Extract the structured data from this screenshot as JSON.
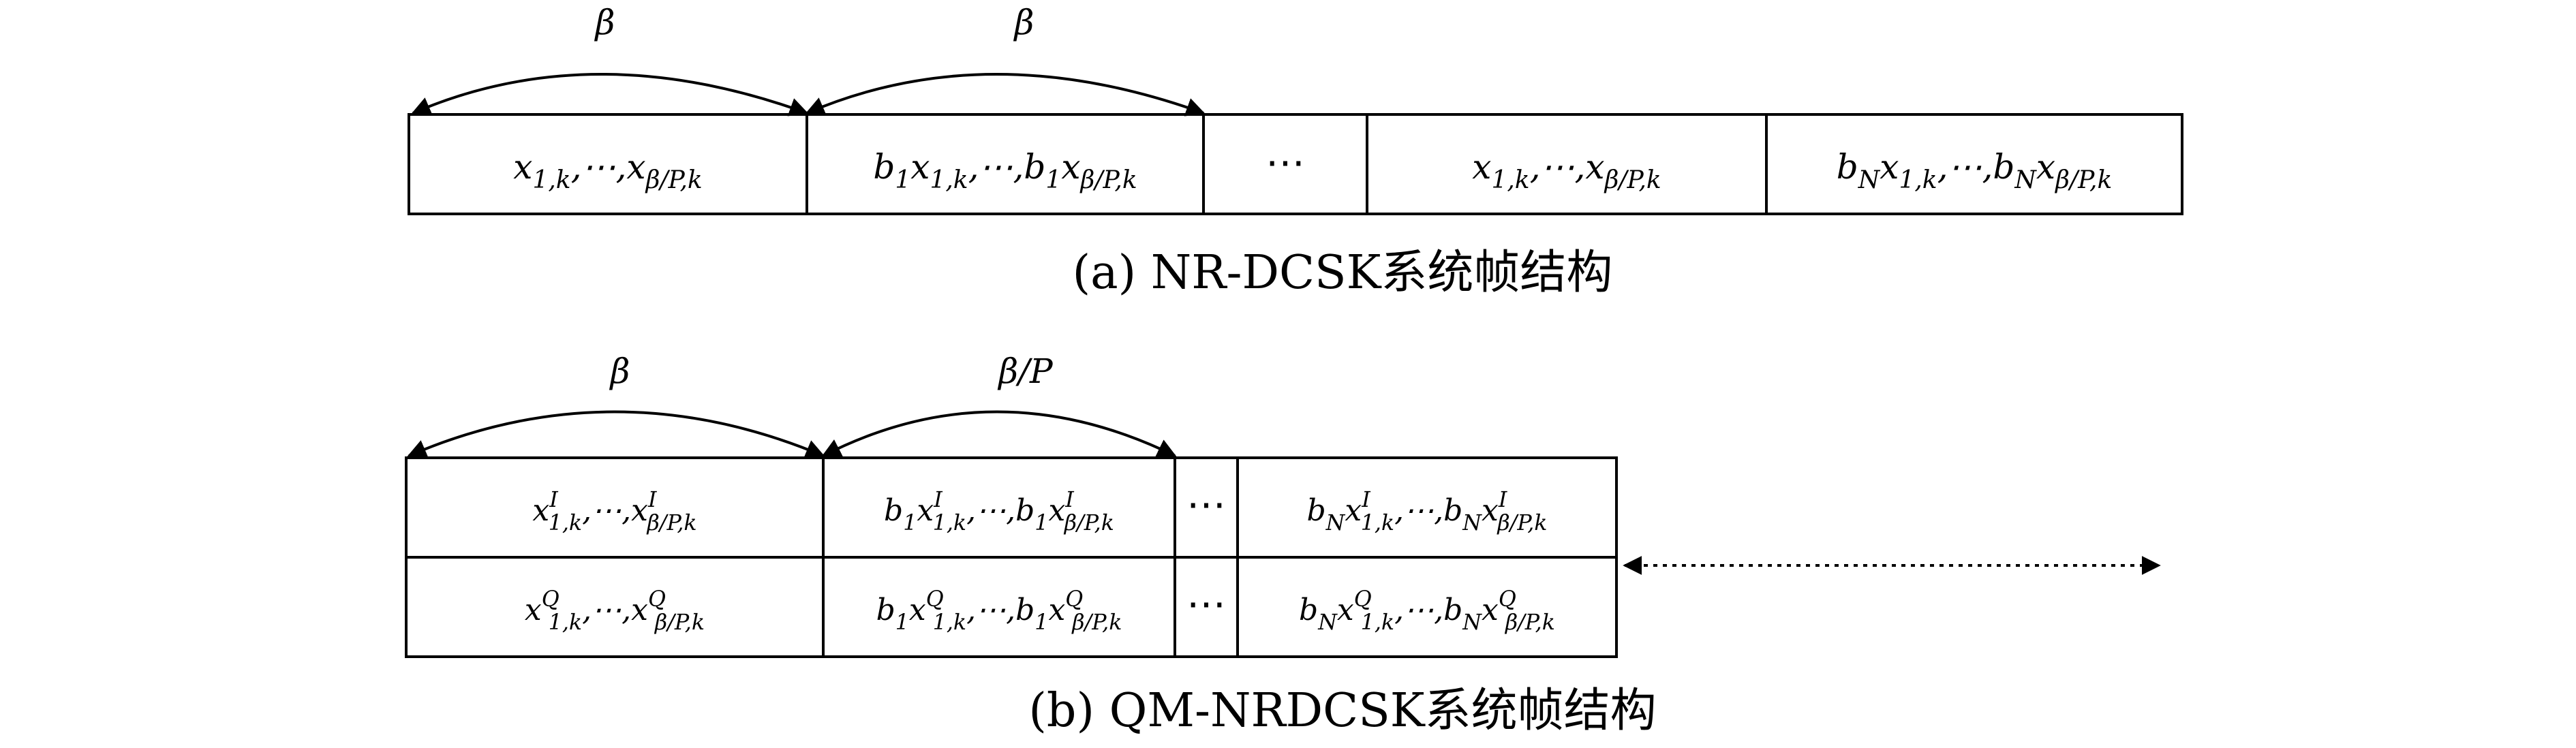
{
  "panel_a": {
    "arc_labels": [
      "β",
      "β"
    ],
    "cells": [
      {
        "base": "x",
        "s1": "1,k",
        "sep": ",⋯,",
        "base2": "x",
        "s2": "β/P,k"
      },
      {
        "coef": "b",
        "cs": "1",
        "base": "x",
        "s1": "1,k",
        "sep": ",⋯,",
        "coef2": "b",
        "cs2": "1",
        "base2": "x",
        "s2": "β/P,k"
      },
      {
        "dots": "⋯"
      },
      {
        "base": "x",
        "s1": "1,k",
        "sep": ",⋯,",
        "base2": "x",
        "s2": "β/P,k"
      },
      {
        "coef": "b",
        "cs": "N",
        "base": "x",
        "s1": "1,k",
        "sep": ",⋯,",
        "coef2": "b",
        "cs2": "N",
        "base2": "x",
        "s2": "β/P,k"
      }
    ],
    "caption": "(a) NR-DCSK系统帧结构"
  },
  "panel_b": {
    "arc_labels": [
      "β",
      "β/P"
    ],
    "rows": [
      {
        "sup": "I"
      },
      {
        "sup": "Q"
      }
    ],
    "cells": [
      {
        "base": "x",
        "s1": "1,k",
        "sep": ",⋯,",
        "base2": "x",
        "s2": "β/P,k"
      },
      {
        "coef": "b",
        "cs": "1",
        "base": "x",
        "s1": "1,k",
        "sep": ",⋯,",
        "coef2": "b",
        "cs2": "1",
        "base2": "x",
        "s2": "β/P,k"
      },
      {
        "dots": "⋯"
      },
      {
        "coef": "b",
        "cs": "N",
        "base": "x",
        "s1": "1,k",
        "sep": ",⋯,",
        "coef2": "b",
        "cs2": "N",
        "base2": "x",
        "s2": "β/P,k"
      }
    ],
    "caption": "(b) QM-NRDCSK系统帧结构"
  }
}
